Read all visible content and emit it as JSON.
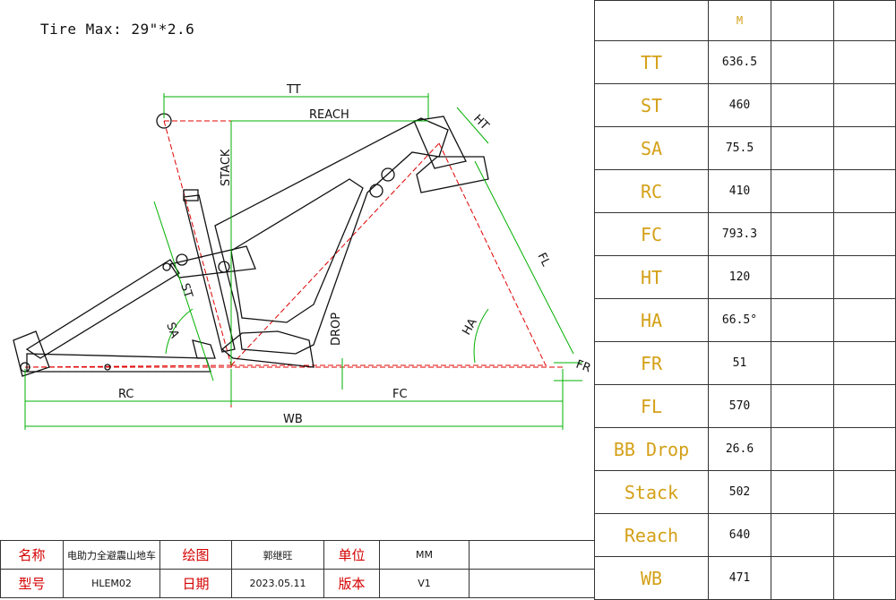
{
  "tire_note": "Tire Max: 29\"*2.6",
  "geometry_table": {
    "size_header": "M",
    "rows": [
      {
        "label": "TT",
        "value": "636.5"
      },
      {
        "label": "ST",
        "value": "460"
      },
      {
        "label": "SA",
        "value": "75.5"
      },
      {
        "label": "RC",
        "value": "410"
      },
      {
        "label": "FC",
        "value": "793.3"
      },
      {
        "label": "HT",
        "value": "120"
      },
      {
        "label": "HA",
        "value": "66.5°"
      },
      {
        "label": "FR",
        "value": "51"
      },
      {
        "label": "FL",
        "value": "570"
      },
      {
        "label": "BB Drop",
        "value": "26.6"
      },
      {
        "label": "Stack",
        "value": "502"
      },
      {
        "label": "Reach",
        "value": "640"
      },
      {
        "label": "WB",
        "value": "471"
      }
    ]
  },
  "title_block": {
    "row1": {
      "name_label": "名称",
      "name_value": "电助力全避震山地车",
      "drawn_label": "绘图",
      "drawn_value": "郭继旺",
      "unit_label": "单位",
      "unit_value": "MM"
    },
    "row2": {
      "model_label": "型号",
      "model_value": "HLEM02",
      "date_label": "日期",
      "date_value": "2023.05.11",
      "version_label": "版本",
      "version_value": "V1"
    }
  },
  "drawing_labels": {
    "tt": "TT",
    "reach": "REACH",
    "stack": "STACK",
    "ht": "HT",
    "fl": "FL",
    "st": "ST",
    "sa": "SA",
    "drop": "DROP",
    "ha": "HA",
    "fr": "FR",
    "rc": "RC",
    "fc": "FC",
    "wb": "WB"
  },
  "colors": {
    "dimension_line": "#00b000",
    "centerline": "#e00000",
    "frame": "#111111",
    "label_gold": "#d4a017",
    "title_red": "#d40000"
  }
}
